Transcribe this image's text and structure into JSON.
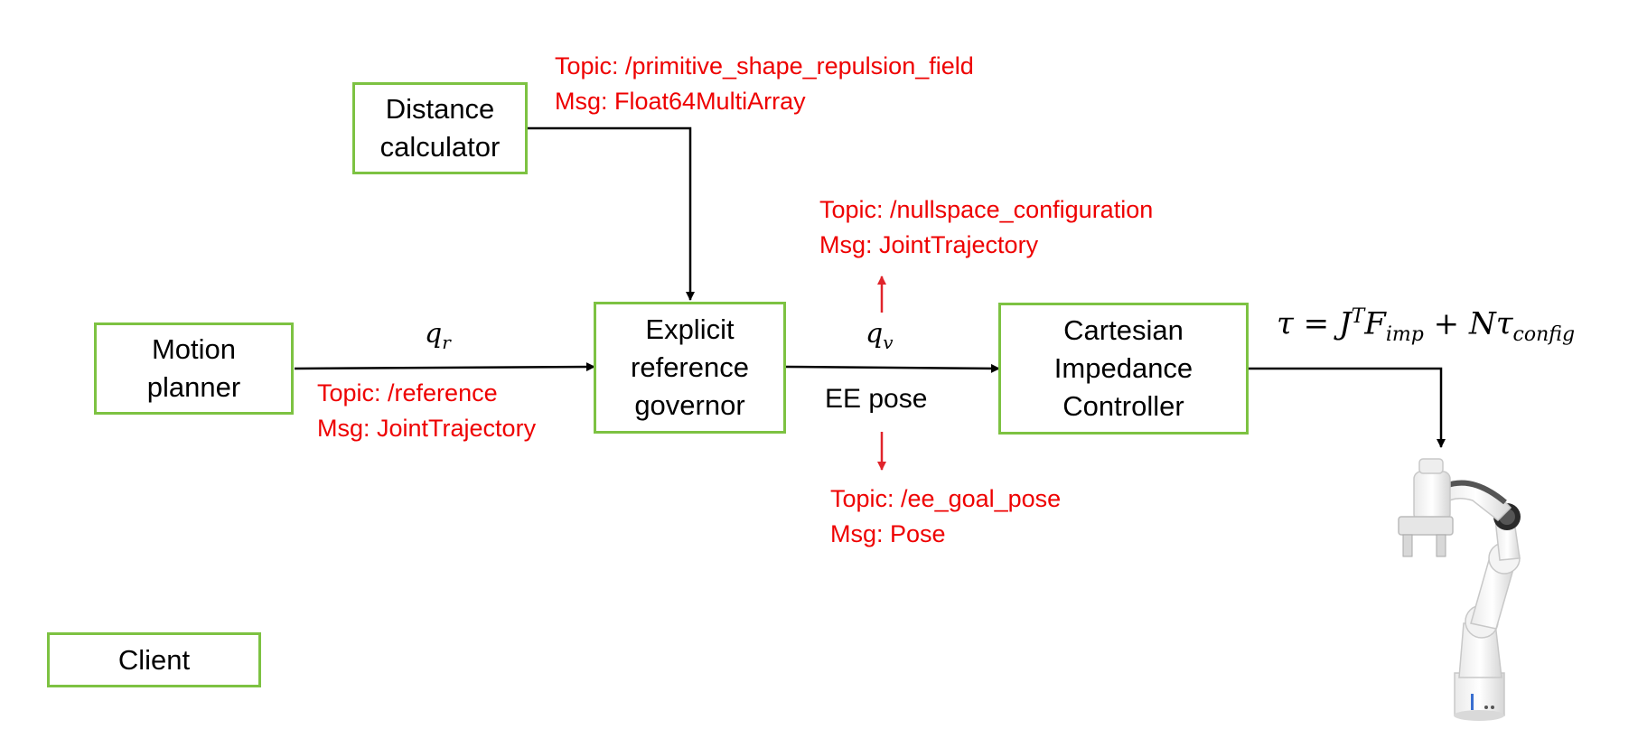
{
  "blocks": {
    "distance_calculator": [
      "Distance",
      "calculator"
    ],
    "motion_planner": [
      "Motion",
      "planner"
    ],
    "explicit_reference_governor": [
      "Explicit",
      "reference",
      "governor"
    ],
    "cartesian_impedance_controller": [
      "Cartesian",
      "Impedance",
      "Controller"
    ],
    "client": [
      "Client"
    ]
  },
  "topics": {
    "repulsion": {
      "topic": "Topic: /primitive_shape_repulsion_field",
      "msg": "Msg: Float64MultiArray"
    },
    "nullspace": {
      "topic": "Topic: /nullspace_configuration",
      "msg": "Msg: JointTrajectory"
    },
    "reference": {
      "topic": "Topic: /reference",
      "msg": "Msg: JointTrajectory"
    },
    "ee_goal": {
      "topic": "Topic: /ee_goal_pose",
      "msg": "Msg: Pose"
    }
  },
  "signals": {
    "q_r": {
      "base": "q",
      "sub": "r"
    },
    "q_v": {
      "base": "q",
      "sub": "v"
    },
    "ee_pose": "EE pose"
  },
  "equation": {
    "tau": "τ",
    "eq": "=",
    "J": "J",
    "J_sup": "T",
    "F": "F",
    "F_sub": "imp",
    "plus": "+",
    "N": "N",
    "tau2": "τ",
    "tau2_sub": "config"
  },
  "colors": {
    "block_border": "#7dc242",
    "topic_text": "#ee0000",
    "topic_arrow": "#e0242b",
    "wire": "#000000"
  },
  "robot_image": "franka-robot-arm-icon"
}
